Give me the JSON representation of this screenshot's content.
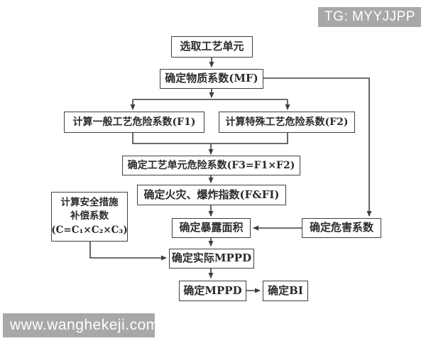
{
  "badges": {
    "tg": "TG: MYYJJPP",
    "website": "www.wanghekeji.com"
  },
  "colors": {
    "background": "#ffffff",
    "badge_bg": "#a8a8a8",
    "badge_text": "#ffffff",
    "line_and_border": "#3f3f3f",
    "box_text": "#2b2b2b"
  },
  "flowchart": {
    "nodes": [
      {
        "id": "select-process-unit",
        "label": "选取工艺单元"
      },
      {
        "id": "material-factor",
        "label": "确定物质系数(MF)"
      },
      {
        "id": "general-process-hazard",
        "label": "计算一般工艺危险系数(F1)"
      },
      {
        "id": "special-process-hazard",
        "label": "计算特殊工艺危险系数(F2)"
      },
      {
        "id": "unit-hazard-factor",
        "label": "确定工艺单元危险系数(F3=F1×F2)"
      },
      {
        "id": "fire-explosion-index",
        "label": "确定火灾、爆炸指数(F&FI)"
      },
      {
        "id": "safety-compensation",
        "lines": [
          "计算安全措施",
          "补偿系数",
          "(C=C₁×C₂×C₃)"
        ]
      },
      {
        "id": "exposure-area",
        "label": "确定暴露面积"
      },
      {
        "id": "harm-factor",
        "label": "确定危害系数"
      },
      {
        "id": "actual-mppd",
        "label": "确定实际MPPD"
      },
      {
        "id": "mppd",
        "label": "确定MPPD"
      },
      {
        "id": "bi",
        "label": "确定BI"
      }
    ]
  }
}
